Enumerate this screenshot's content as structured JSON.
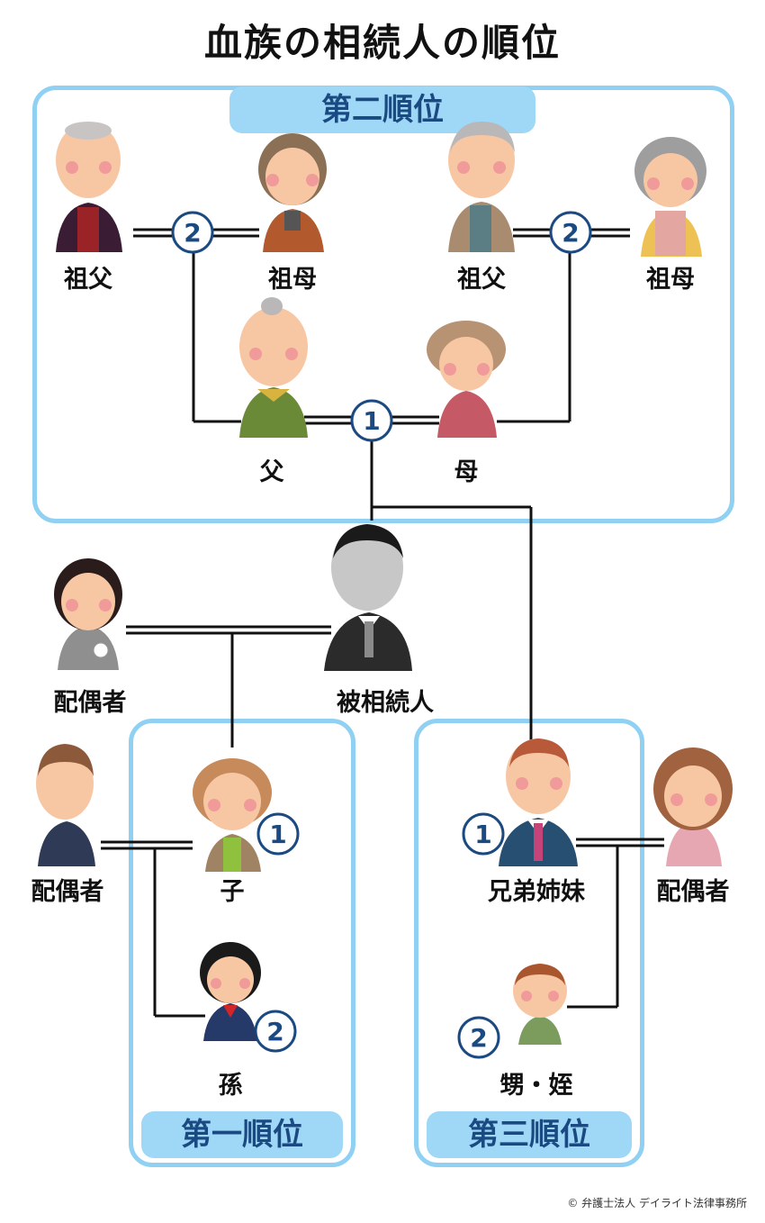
{
  "title": "血族の相続人の順位",
  "groups": {
    "second": "第二順位",
    "first": "第一順位",
    "third": "第三順位"
  },
  "people": {
    "grandfather_left": "祖父",
    "grandmother_left": "祖母",
    "grandfather_right": "祖父",
    "grandmother_right": "祖母",
    "father": "父",
    "mother": "母",
    "spouse_top": "配偶者",
    "deceased": "被相続人",
    "spouse_left": "配偶者",
    "child": "子",
    "grandchild": "孫",
    "sibling": "兄弟姉妹",
    "spouse_right": "配偶者",
    "nephew_niece": "甥・姪"
  },
  "ranks": {
    "r_grand_left": "2",
    "r_grand_right": "2",
    "r_parents": "1",
    "r_child": "1",
    "r_grandchild": "2",
    "r_sibling": "1",
    "r_nephew": "2"
  },
  "credit": "© 弁護士法人 デイライト法律事務所",
  "colors": {
    "box_border": "#8fd0f3",
    "tag_bg": "#9fd8f6",
    "tag_text": "#1b4a82",
    "rank_circle": "#1b4a82"
  }
}
